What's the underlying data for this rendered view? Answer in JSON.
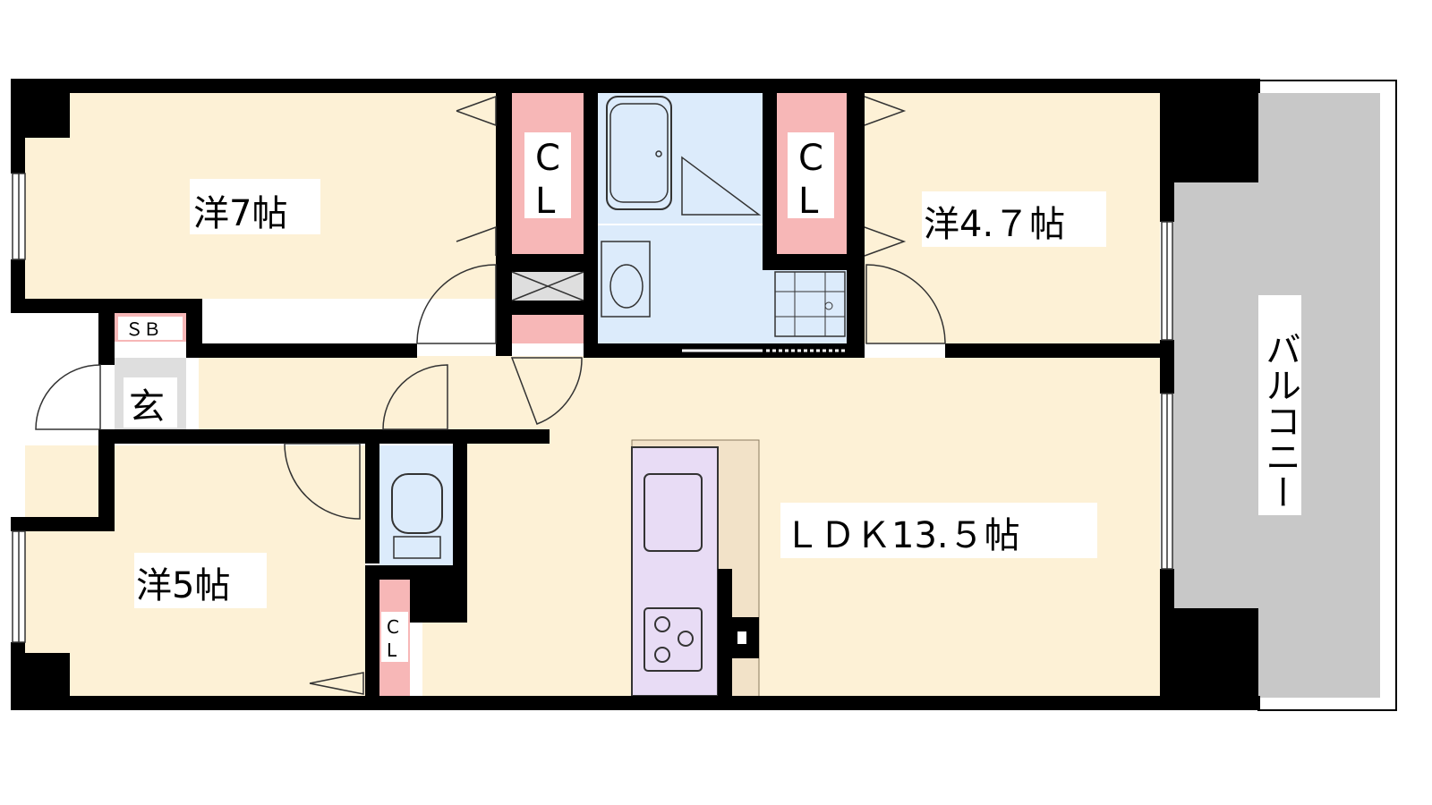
{
  "rooms": {
    "western_7": "洋7帖",
    "western_47": "洋4.７帖",
    "western_5": "洋5帖",
    "ldk": "ＬＤＫ13.５帖",
    "balcony": "バルコニー",
    "entrance": "玄",
    "shoe_box": "ＳＢ"
  },
  "closets": {
    "c_letter": "C",
    "l_letter": "L"
  },
  "colors": {
    "room_floor": "#fdf1d6",
    "wet_area": "#dcebfb",
    "closet": "#f7b7b7",
    "balcony": "#c8c8c8",
    "kitchen": "#e8dcf5",
    "counter": "#f2e2c8",
    "wall": "#000000",
    "entrance_floor": "#dedede"
  }
}
